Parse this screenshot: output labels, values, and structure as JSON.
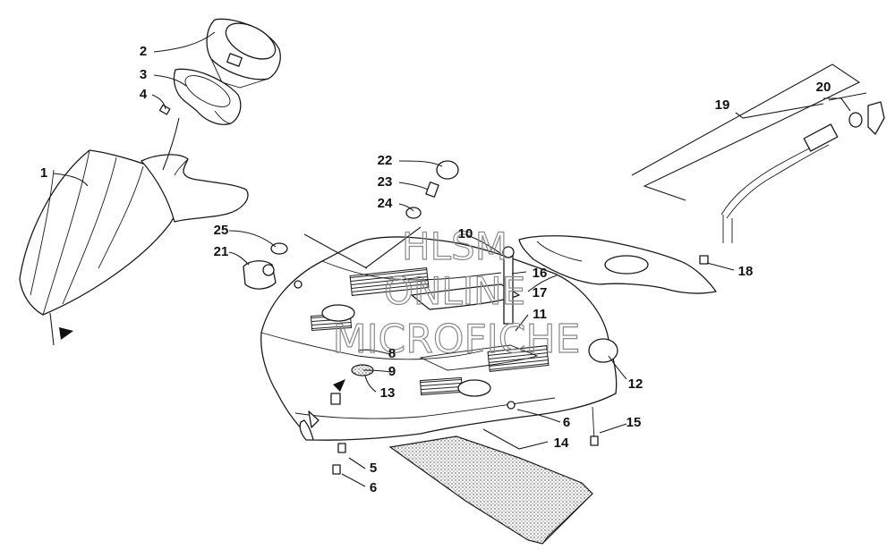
{
  "watermark": {
    "line1": "HLSM",
    "line2": "ONLINE",
    "line3": "MICROFICHE"
  },
  "callouts": [
    {
      "id": "c1",
      "label": "1"
    },
    {
      "id": "c2",
      "label": "2"
    },
    {
      "id": "c3",
      "label": "3"
    },
    {
      "id": "c4",
      "label": "4"
    },
    {
      "id": "c5",
      "label": "5"
    },
    {
      "id": "c6a",
      "label": "6"
    },
    {
      "id": "c6b",
      "label": "6"
    },
    {
      "id": "c8",
      "label": "8"
    },
    {
      "id": "c9",
      "label": "9"
    },
    {
      "id": "c10",
      "label": "10"
    },
    {
      "id": "c11",
      "label": "11"
    },
    {
      "id": "c12",
      "label": "12"
    },
    {
      "id": "c13",
      "label": "13"
    },
    {
      "id": "c14",
      "label": "14"
    },
    {
      "id": "c15",
      "label": "15"
    },
    {
      "id": "c16",
      "label": "16"
    },
    {
      "id": "c17",
      "label": "17"
    },
    {
      "id": "c18",
      "label": "18"
    },
    {
      "id": "c19",
      "label": "19"
    },
    {
      "id": "c20",
      "label": "20"
    },
    {
      "id": "c21",
      "label": "21"
    },
    {
      "id": "c22",
      "label": "22"
    },
    {
      "id": "c23",
      "label": "23"
    },
    {
      "id": "c24",
      "label": "24"
    },
    {
      "id": "c25",
      "label": "25"
    }
  ]
}
